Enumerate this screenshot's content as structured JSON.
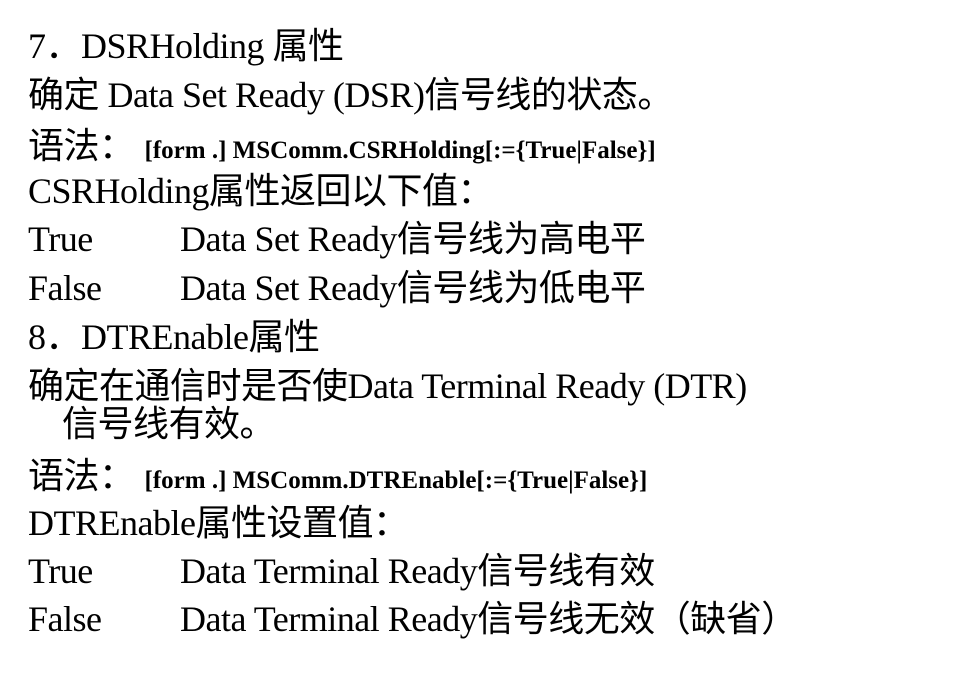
{
  "sections": [
    {
      "heading": "7．DSRHolding 属性",
      "description": "确定 Data Set Ready (DSR)信号线的状态。",
      "syntax_label": "语法：",
      "syntax_code": "[form .] MSComm.CSRHolding[:={True|False}]",
      "returns_intro": "CSRHolding属性返回以下值：",
      "values": [
        {
          "key": "True",
          "meaning": "Data Set Ready信号线为高电平"
        },
        {
          "key": "False",
          "meaning": "Data Set Ready信号线为低电平"
        }
      ]
    },
    {
      "heading": "8．DTREnable属性",
      "description_line1": "确定在通信时是否使Data Terminal Ready (DTR)",
      "description_line2": "信号线有效。",
      "syntax_label": "语法：",
      "syntax_code": "[form .] MSComm.DTREnable[:={True|False}]",
      "returns_intro": "DTREnable属性设置值：",
      "values": [
        {
          "key": "True",
          "meaning": "Data Terminal Ready信号线有效"
        },
        {
          "key": "False",
          "meaning": "Data Terminal Ready信号线无效（缺省）"
        }
      ]
    }
  ]
}
